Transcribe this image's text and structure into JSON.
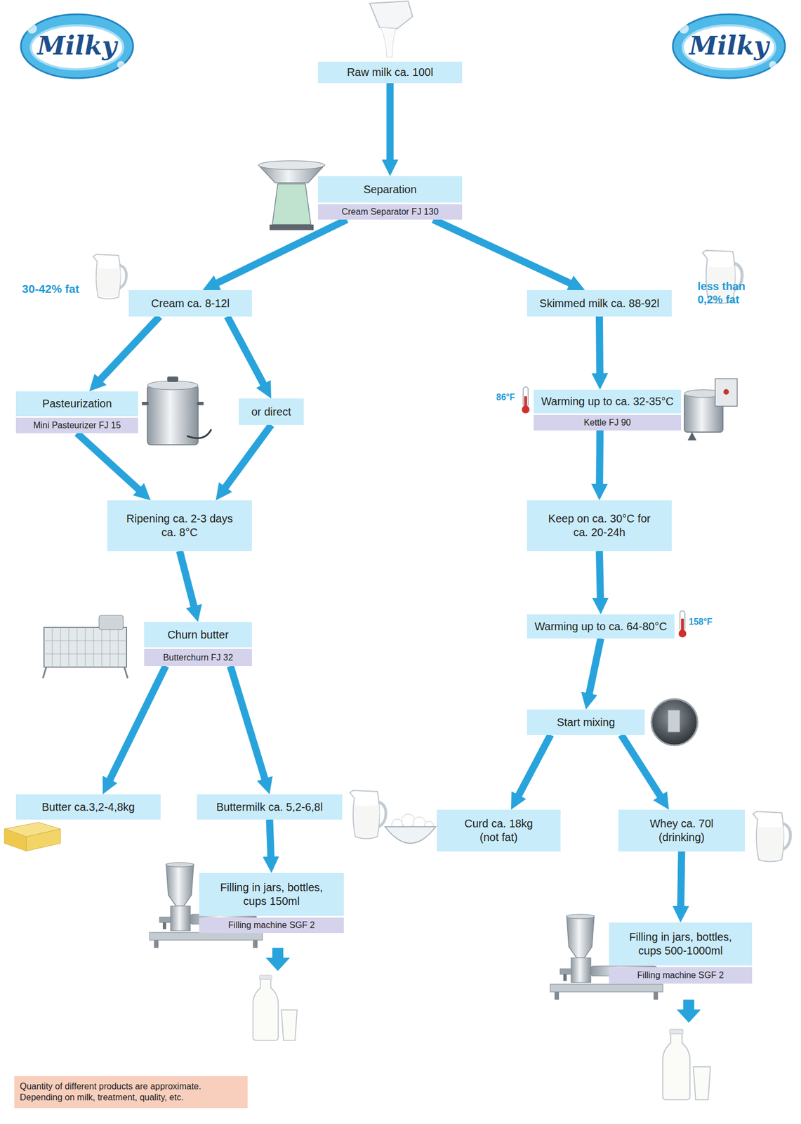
{
  "diagram": {
    "nodes": [
      {
        "text": [
          "Raw milk ca. 100l"
        ]
      },
      {
        "text": [
          "Separation",
          "Cream Separator FJ 130"
        ]
      },
      {
        "text": [
          "Cream ca. 8-12l"
        ]
      },
      {
        "text": [
          "Skimmed milk ca. 88-92l"
        ]
      },
      {
        "text": [
          "Pasteurization",
          "Mini Pasteurizer FJ 15"
        ]
      },
      {
        "text": [
          "or direct"
        ]
      },
      {
        "text": [
          "Warming up to ca. 32-35°C",
          "Kettle FJ 90"
        ]
      },
      {
        "text": [
          "Ripening ca. 2-3 days ca. 8°C"
        ]
      },
      {
        "text": [
          "Keep on ca. 30°C for ca. 20-24h"
        ]
      },
      {
        "text": [
          "Warming up to ca. 64-80°C"
        ]
      },
      {
        "text": [
          "Churn butter",
          "Butterchurn FJ 32"
        ]
      },
      {
        "text": [
          "Start mixing"
        ]
      },
      {
        "text": [
          "Butter ca.3,2-4,8kg"
        ]
      },
      {
        "text": [
          "Buttermilk ca. 5,2-6,8l"
        ]
      },
      {
        "text": [
          "Curd ca. 18kg (not fat)"
        ]
      },
      {
        "text": [
          "Whey ca. 70l (drinking)"
        ]
      },
      {
        "text": [
          "Filling in jars, bottles, cups 150ml",
          "Filling machine SGF 2"
        ]
      },
      {
        "text": [
          "Filling in jars, bottles, cups 500-1000ml",
          "Filling machine SGF 2"
        ]
      },
      {
        "text": [
          "Quantity of different products are approximate. Depending on milk, treatment, quality, etc."
        ]
      }
    ],
    "edges": [
      {
        "from": 0,
        "to": 1,
        "arrow": "to"
      },
      {
        "from": 1,
        "to": 2,
        "arrow": "to"
      },
      {
        "from": 1,
        "to": 3,
        "arrow": "to"
      },
      {
        "from": 2,
        "to": 4,
        "arrow": "to"
      },
      {
        "from": 2,
        "to": 5,
        "arrow": "to"
      },
      {
        "from": 3,
        "to": 6,
        "arrow": "to"
      },
      {
        "from": 4,
        "to": 7,
        "arrow": "to"
      },
      {
        "from": 5,
        "to": 7,
        "arrow": "to"
      },
      {
        "from": 6,
        "to": 8,
        "arrow": "to"
      },
      {
        "from": 7,
        "to": 10,
        "arrow": "to"
      },
      {
        "from": 8,
        "to": 9,
        "arrow": "to"
      },
      {
        "from": 9,
        "to": 11,
        "arrow": "to"
      },
      {
        "from": 10,
        "to": 12,
        "arrow": "to"
      },
      {
        "from": 10,
        "to": 13,
        "arrow": "to"
      },
      {
        "from": 11,
        "to": 14,
        "arrow": "to"
      },
      {
        "from": 11,
        "to": 15,
        "arrow": "to"
      },
      {
        "from": 13,
        "to": 16,
        "arrow": "to"
      },
      {
        "from": 15,
        "to": 17,
        "arrow": "to"
      }
    ],
    "labels": [
      "Milky",
      "Milky",
      "30-42% fat",
      "less than 0,2% fat",
      "86°F",
      "158°F"
    ]
  }
}
